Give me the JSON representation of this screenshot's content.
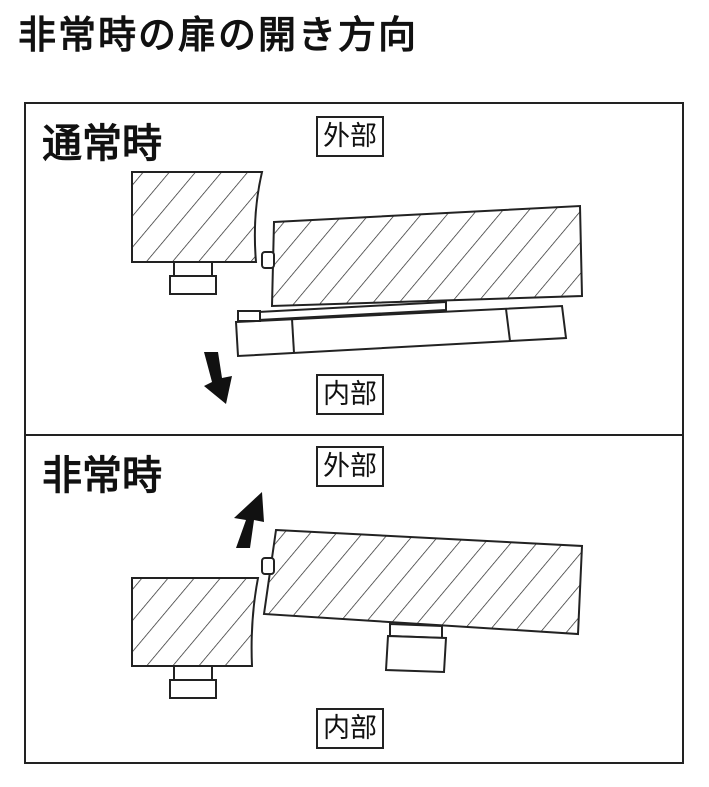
{
  "title": "非常時の扉の開き方向",
  "panels": [
    {
      "label": "通常時",
      "outside": "外部",
      "inside": "内部"
    },
    {
      "label": "非常時",
      "outside": "外部",
      "inside": "内部"
    }
  ],
  "icons": [
    "hatched-wall",
    "door-leaf",
    "hinge",
    "door-handle",
    "arrow-down",
    "arrow-up"
  ]
}
